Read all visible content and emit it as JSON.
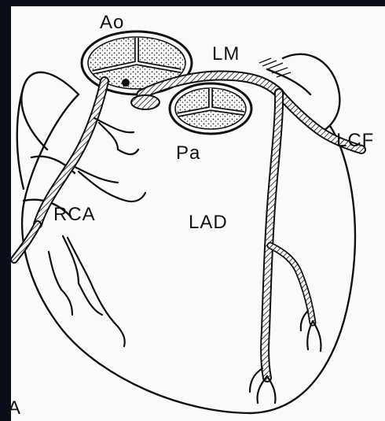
{
  "labels": {
    "aorta": "Ao",
    "left_main": "LM",
    "pulmonary_artery": "Pa",
    "left_circumflex": "LCF",
    "right_coronary_artery": "RCA",
    "left_anterior_descending": "LAD",
    "edge_fragment": "A"
  },
  "colors": {
    "background": "#0b0d18",
    "paper": "#fbfbfb",
    "ink": "#111111"
  }
}
